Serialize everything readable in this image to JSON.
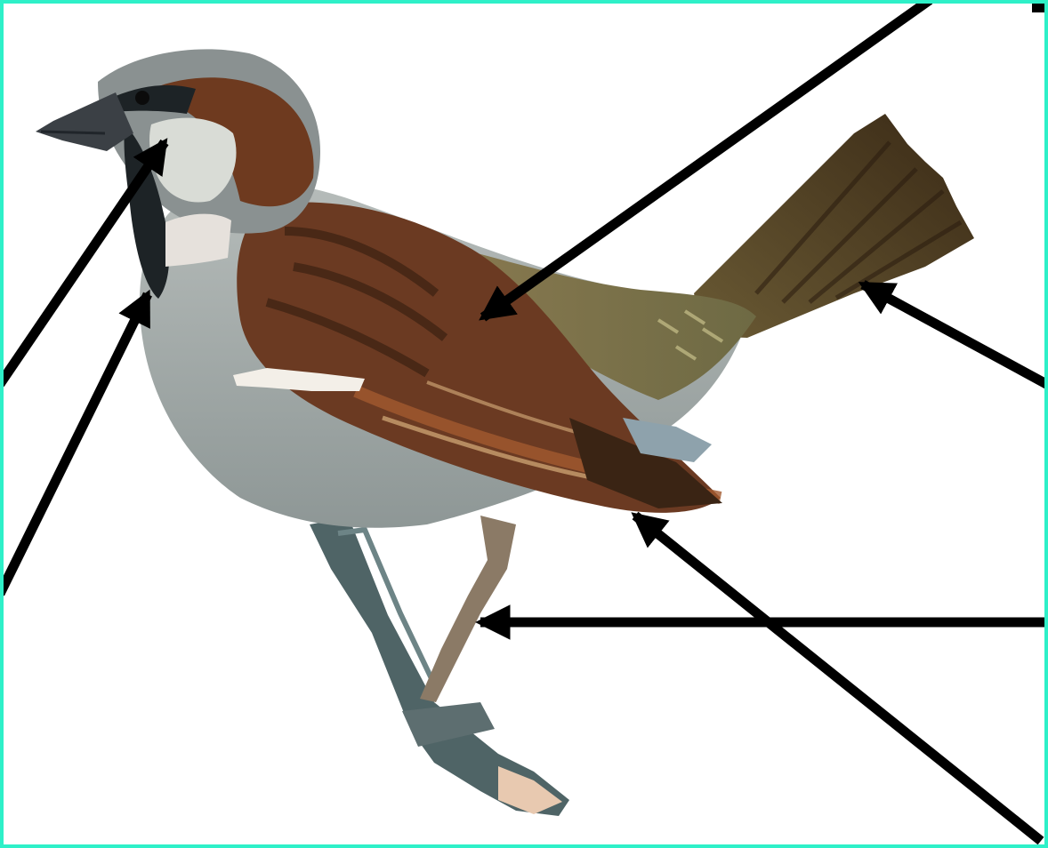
{
  "colors": {
    "frame": "#2ef0c8",
    "background": "#ffffff",
    "arrow": "#000000",
    "head_grey": "#8a9191",
    "crown_brown": "#6e3a1f",
    "mantle_brown": "#6b3a22",
    "wing_dark": "#3a2414",
    "wing_chestnut": "#8a4424",
    "rump_olive": "#77724c",
    "tail_dark": "#4a3820",
    "cheek_light": "#d9dcd6",
    "throat_black": "#1d2326",
    "breast_grey": "#9aa2a1",
    "beak": "#3b4045",
    "leg": "#6f7b7b",
    "perch": "#4f6466",
    "wingbar": "#f3efe8"
  },
  "diagram": {
    "subject": "house-sparrow",
    "pointers": [
      {
        "name": "arrow-cheek",
        "target": "cheek"
      },
      {
        "name": "arrow-throat",
        "target": "throat"
      },
      {
        "name": "arrow-back",
        "target": "back"
      },
      {
        "name": "arrow-tail",
        "target": "tail"
      },
      {
        "name": "arrow-wing",
        "target": "wing"
      },
      {
        "name": "arrow-leg",
        "target": "leg"
      }
    ]
  }
}
